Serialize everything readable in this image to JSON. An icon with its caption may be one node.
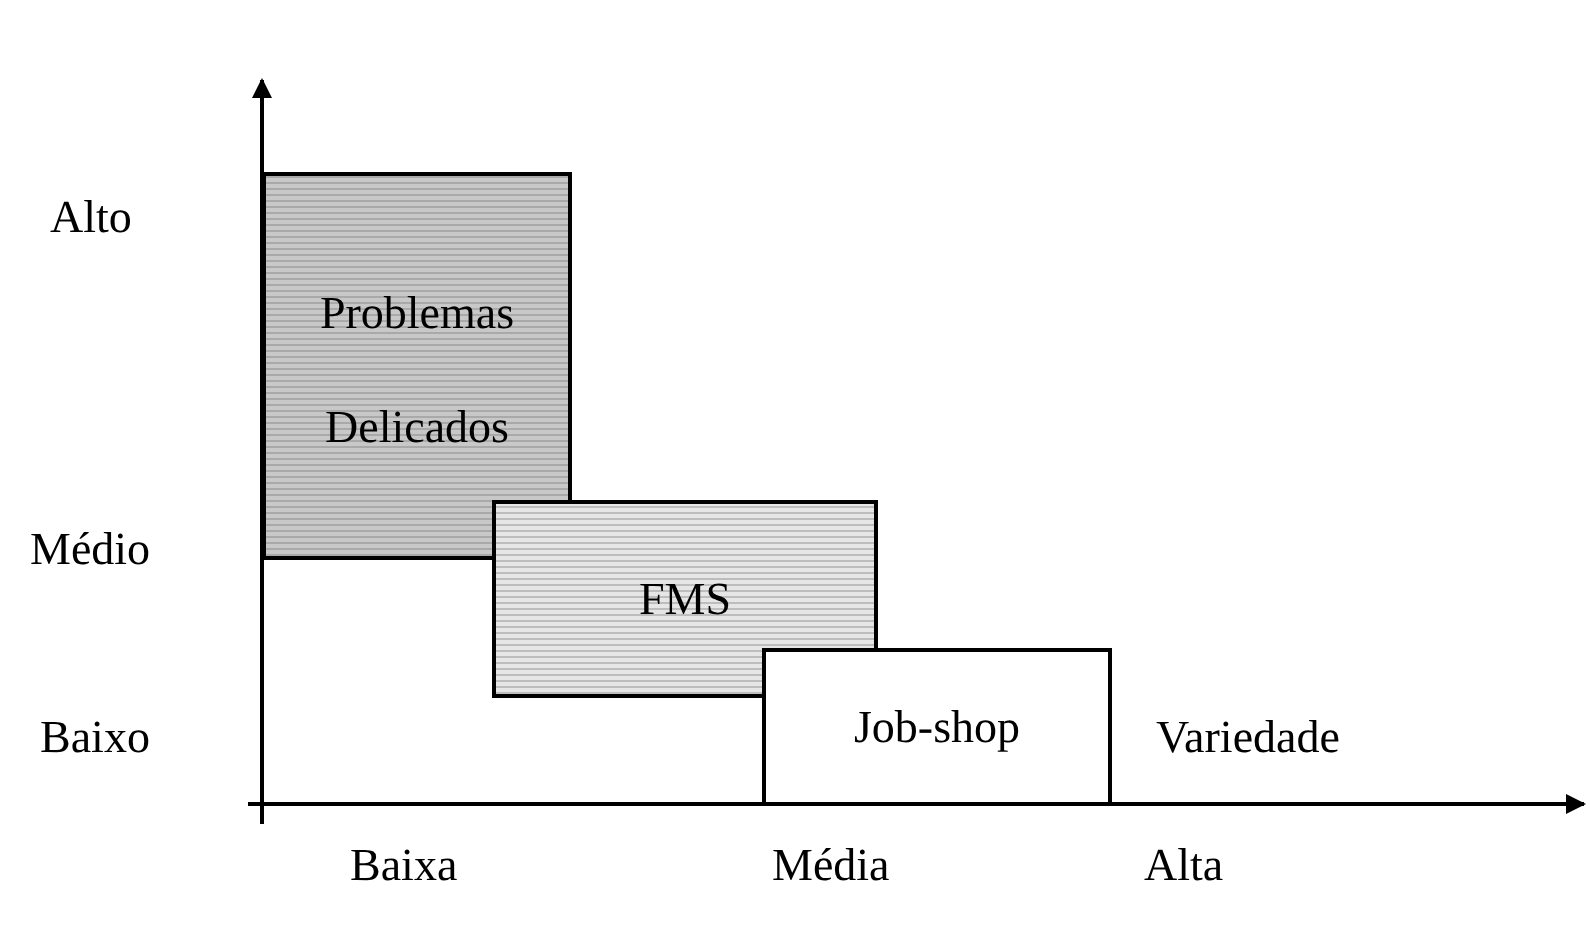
{
  "diagram": {
    "nodes": [
      {
        "text": [
          "Problemas Delicados"
        ]
      },
      {
        "text": [
          "FMS"
        ]
      },
      {
        "text": [
          "Job-shop"
        ]
      }
    ],
    "edges": [],
    "labels": [
      "Alto",
      "Médio",
      "Baixo",
      "Variedade",
      "Baixa",
      "Média",
      "Alta"
    ]
  }
}
